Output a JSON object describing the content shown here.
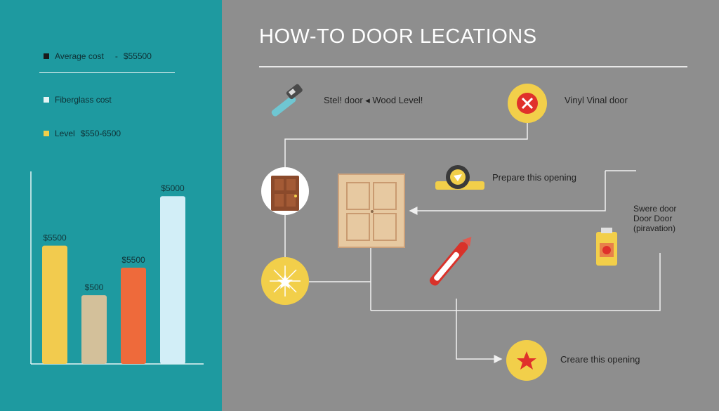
{
  "legend": [
    {
      "label": "Average cost",
      "value": "$55500",
      "color": "#1a1a1a"
    },
    {
      "label": "Fiberglass cost",
      "value": "",
      "color": "#e6f4f5"
    },
    {
      "label": "Level",
      "value": "$550-6500",
      "color": "#f2cf4a"
    }
  ],
  "chart_data": {
    "type": "bar",
    "categories": [
      "",
      "",
      "",
      ""
    ],
    "values": [
      4300,
      2500,
      3500,
      6100
    ],
    "value_labels": [
      "$5500",
      "$500",
      "$5500",
      "$5000"
    ],
    "colors": [
      "#f2cb4e",
      "#d3c09a",
      "#ee6a3b",
      "#d2eef7"
    ],
    "ylim": [
      0,
      7000
    ],
    "title": "",
    "xlabel": "",
    "ylabel": ""
  },
  "diagram": {
    "title": "HOW-TO DOOR LECATIONS",
    "labels": {
      "steel_wood": "Stel! door  ◂  Wood Level!",
      "vinyl": "Vinyl Vinal door",
      "prepare": "Prepare this opening",
      "swere_line1": "Swere door",
      "swere_line2": "Door Door",
      "swere_line3": "(piravation)",
      "create": "Creare this opening"
    },
    "icons": [
      "hammer-icon",
      "close-circle-icon",
      "door-icon",
      "door-panel-icon",
      "tape-measure-icon",
      "level-tag-icon",
      "sparkle-icon",
      "marker-icon",
      "star-icon"
    ]
  },
  "colors": {
    "left_panel": "#1e9aa0",
    "right_panel": "#8e8e8e",
    "accent_yellow": "#f2cf4a",
    "accent_red": "#e0312b"
  }
}
